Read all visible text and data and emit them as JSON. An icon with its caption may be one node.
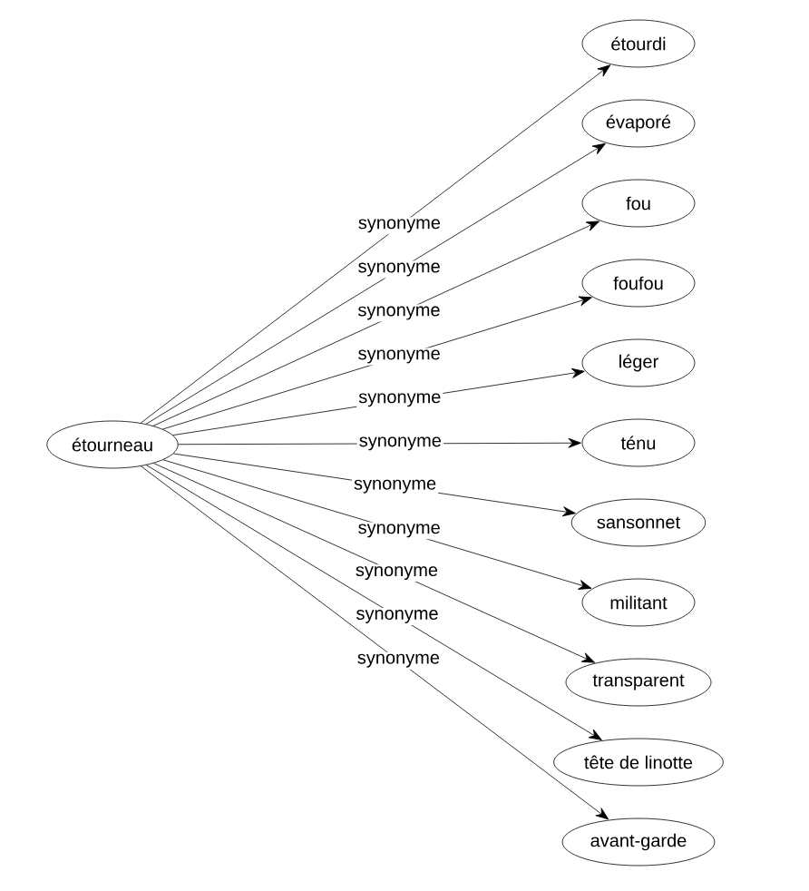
{
  "diagram": {
    "nodes": [
      {
        "text": [
          "étourneau"
        ]
      },
      {
        "text": [
          "étourdi"
        ]
      },
      {
        "text": [
          "évaporé"
        ]
      },
      {
        "text": [
          "fou"
        ]
      },
      {
        "text": [
          "foufou"
        ]
      },
      {
        "text": [
          "léger"
        ]
      },
      {
        "text": [
          "ténu"
        ]
      },
      {
        "text": [
          "sansonnet"
        ]
      },
      {
        "text": [
          "militant"
        ]
      },
      {
        "text": [
          "transparent"
        ]
      },
      {
        "text": [
          "tête de linotte"
        ]
      },
      {
        "text": [
          "avant-garde"
        ]
      }
    ],
    "edges": [
      {
        "from": 0,
        "to": 1,
        "arrow": "to",
        "label": "synonyme"
      },
      {
        "from": 0,
        "to": 2,
        "arrow": "to",
        "label": "synonyme"
      },
      {
        "from": 0,
        "to": 3,
        "arrow": "to",
        "label": "synonyme"
      },
      {
        "from": 0,
        "to": 4,
        "arrow": "to",
        "label": "synonyme"
      },
      {
        "from": 0,
        "to": 5,
        "arrow": "to",
        "label": "synonyme"
      },
      {
        "from": 0,
        "to": 6,
        "arrow": "to",
        "label": "synonyme"
      },
      {
        "from": 0,
        "to": 7,
        "arrow": "to",
        "label": "synonyme"
      },
      {
        "from": 0,
        "to": 8,
        "arrow": "to",
        "label": "synonyme"
      },
      {
        "from": 0,
        "to": 9,
        "arrow": "to",
        "label": "synonyme"
      },
      {
        "from": 0,
        "to": 10,
        "arrow": "to",
        "label": "synonyme"
      },
      {
        "from": 0,
        "to": 11,
        "arrow": "to",
        "label": "synonyme"
      }
    ]
  }
}
